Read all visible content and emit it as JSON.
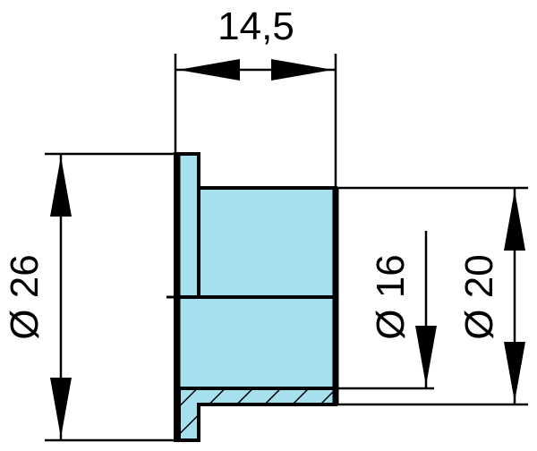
{
  "dimensions": {
    "width_label": "14,5",
    "outer_flange_diameter_label": "Ø 26",
    "inner_diameter_label": "Ø 16",
    "outer_body_diameter_label": "Ø 20"
  },
  "colors": {
    "part_fill": "#a6e0ef",
    "outline": "#000000",
    "background": "#ffffff"
  }
}
